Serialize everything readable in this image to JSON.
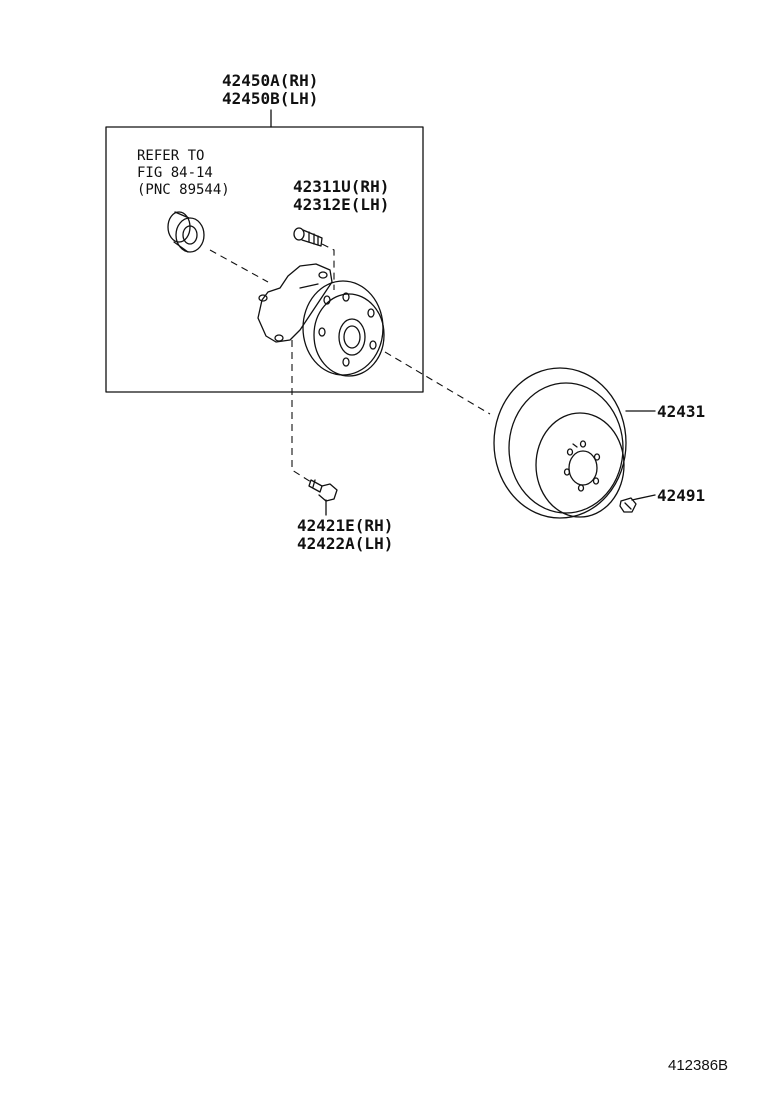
{
  "callouts": {
    "hub_assembly": [
      "42450A(RH)",
      "42450B(LH)"
    ],
    "refer_note": [
      "REFER TO",
      "FIG 84-14",
      "(PNC 89544)"
    ],
    "hub_bolt": [
      "42311U(RH)",
      "42312E(LH)"
    ],
    "mount_bolt": [
      "42421E(RH)",
      "42422A(LH)"
    ],
    "disc": "42431",
    "disc_screw": "42491"
  },
  "drawing_number": "412386B",
  "colors": {
    "line": "#111111",
    "background": "#ffffff"
  }
}
